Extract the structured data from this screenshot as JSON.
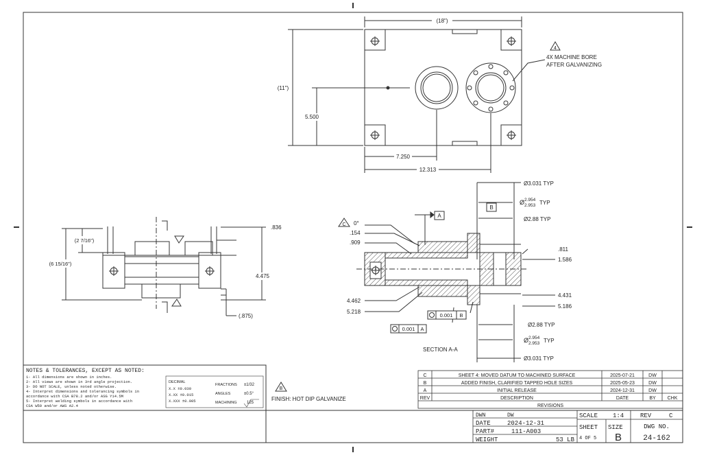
{
  "top_view": {
    "dim_width": "(18\")",
    "dim_height": "(11\")",
    "dim_5500": "5.500",
    "dim_7250": "7.250",
    "dim_12313": "12.313",
    "note_flag": "4",
    "note_line1": "4X MACHINE BORE",
    "note_line2": "AFTER GALVANIZING"
  },
  "side_view": {
    "dim_2_7_16": "(2 7/16\")",
    "dim_6_15_16": "(6 15/16\")",
    "dim_836": ".836",
    "dim_4475": "4.475",
    "dim_875": "(.875)"
  },
  "section_view": {
    "flag_c": "C",
    "dim_0deg": "0°",
    "dim_154": ".154",
    "dim_909": ".909",
    "datum_a": "A",
    "datum_b": "B",
    "dim_dia3031_top": "Ø3.031 TYP",
    "dim_dia_tol_top_prefix": "Ø",
    "dim_dia_tol_top_upper": "2.954",
    "dim_dia_tol_top_lower": "2.953",
    "dim_dia_tol_top_suffix": "TYP",
    "dim_dia288_top": "Ø2.88 TYP",
    "dim_811": ".811",
    "dim_1586": "1.586",
    "dim_4431": "4.431",
    "dim_5186": "5.186",
    "dim_4462": "4.462",
    "dim_5218": "5.218",
    "fcf_b_tol": "0.001",
    "fcf_b_ref": "B",
    "fcf_a_tol": "0.001",
    "fcf_a_ref": "A",
    "dim_dia288_bot": "Ø2.88 TYP",
    "dim_dia_tol_bot_prefix": "Ø",
    "dim_dia_tol_bot_upper": "2.954",
    "dim_dia_tol_bot_lower": "2.953",
    "dim_dia_tol_bot_suffix": "TYP",
    "dim_dia3031_bot": "Ø3.031 TYP",
    "section_label": "SECTION A-A"
  },
  "notes": {
    "header": "NOTES & TOLERANCES, EXCEPT AS NOTED:",
    "lines": [
      "1- All dimensions are shown in inches.",
      "2- All views are shown in 3rd angle projection.",
      "3- DO NOT SCALE, unless noted otherwise.",
      "4- Interpret dimensions and tolerancing symbols in",
      "   accordance with CSA B78.2 and/or ASG Y14.5M",
      "5- Interpret welding symbols in accordance with",
      "   CSA W59 and/or AWS A2.4"
    ],
    "decimal_header": "DECIMAL",
    "decimal_rows": [
      "X.X   ±0.030",
      "X.XX  ±0.015",
      "X.XXX ±0.005"
    ],
    "fractions_label": "FRACTIONS",
    "fractions_value": "±1/32",
    "angles_label": "ANGLES",
    "angles_value": "±0.5°",
    "machining_label": "MACHINING",
    "machining_value": "125"
  },
  "finish": {
    "flag": "B",
    "text": "FINISH: HOT DIP GALVANIZE"
  },
  "revisions": {
    "rows": [
      {
        "rev": "C",
        "desc": "SHEET 4: MOVED DATUM TO MACHINED SURFACE",
        "date": "2025-07-21",
        "by": "DW",
        "chk": ""
      },
      {
        "rev": "B",
        "desc": "ADDED FINISH, CLARIFIED TAPPED HOLE SIZES",
        "date": "2025-05-23",
        "by": "DW",
        "chk": ""
      },
      {
        "rev": "A",
        "desc": "INITIAL RELEASE",
        "date": "2024-12-31",
        "by": "DW",
        "chk": ""
      }
    ],
    "header": {
      "rev": "REV",
      "desc": "DESCRIPTION",
      "date": "DATE",
      "by": "BY",
      "chk": "CHK"
    },
    "title": "REVISIONS"
  },
  "title_block": {
    "dwn_label": "DWN",
    "dwn_value": "DW",
    "date_label": "DATE",
    "date_value": "2024-12-31",
    "part_label": "PART#",
    "part_value": "111-A003",
    "weight_label": "WEIGHT",
    "weight_value": "53 LB",
    "scale_label": "SCALE",
    "scale_value": "1:4",
    "rev_label": "REV",
    "rev_value": "C",
    "sheet_label": "SHEET",
    "sheet_value": "4 OF 5",
    "size_label": "SIZE",
    "size_value": "B",
    "dwg_label": "DWG NO.",
    "dwg_value": "24-162"
  }
}
